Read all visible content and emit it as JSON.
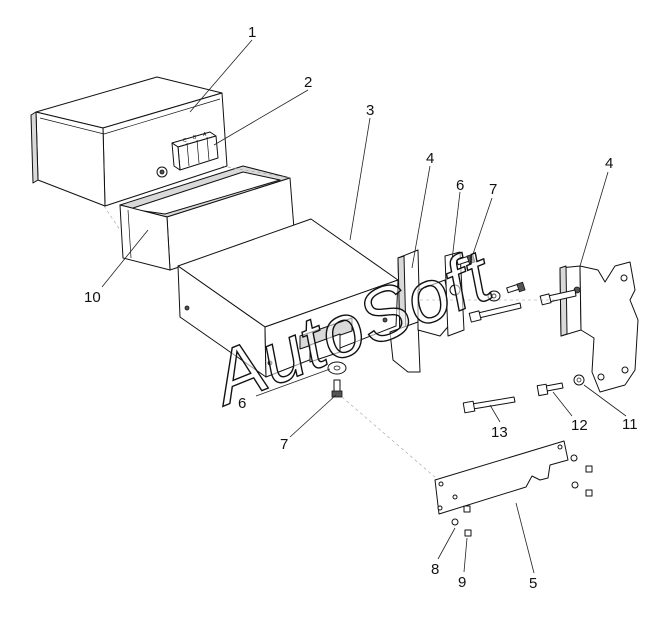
{
  "diagram": {
    "watermark": "AutoSoft",
    "callouts": [
      {
        "id": "c1",
        "text": "1"
      },
      {
        "id": "c2",
        "text": "2"
      },
      {
        "id": "c3",
        "text": "3"
      },
      {
        "id": "c4a",
        "text": "4"
      },
      {
        "id": "c6a",
        "text": "6"
      },
      {
        "id": "c7a",
        "text": "7"
      },
      {
        "id": "c4b",
        "text": "4"
      },
      {
        "id": "c10",
        "text": "10"
      },
      {
        "id": "c6b",
        "text": "6"
      },
      {
        "id": "c7b",
        "text": "7"
      },
      {
        "id": "c13",
        "text": "13"
      },
      {
        "id": "c12",
        "text": "12"
      },
      {
        "id": "c11",
        "text": "11"
      },
      {
        "id": "c8",
        "text": "8"
      },
      {
        "id": "c9",
        "text": "9"
      },
      {
        "id": "c5",
        "text": "5"
      }
    ]
  }
}
